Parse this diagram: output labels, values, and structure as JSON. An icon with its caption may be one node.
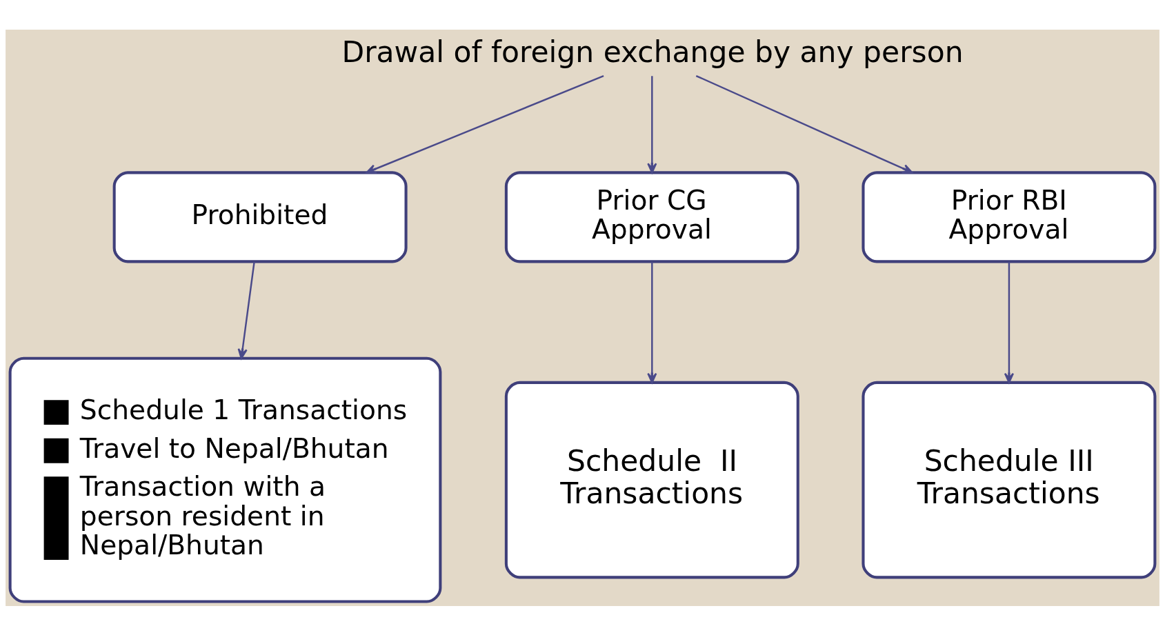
{
  "diagram": {
    "nodes": [
      {
        "text": [
          "Drawal of foreign exchange by any person"
        ]
      },
      {
        "text": [
          "Prohibited"
        ]
      },
      {
        "text": [
          "Prior CG Approval"
        ]
      },
      {
        "text": [
          "Prior RBI Approval"
        ]
      },
      {
        "text": [
          "Schedule 1 Transactions",
          "Travel to Nepal/Bhutan",
          "Transaction with a person resident in Nepal/Bhutan"
        ]
      },
      {
        "text": [
          "Schedule  II Transactions"
        ]
      },
      {
        "text": [
          "Schedule III Transactions"
        ]
      }
    ],
    "edges": [
      {
        "from": 0,
        "to": 1,
        "arrow": "to"
      },
      {
        "from": 0,
        "to": 2,
        "arrow": "to"
      },
      {
        "from": 0,
        "to": 3,
        "arrow": "to"
      },
      {
        "from": 1,
        "to": 4,
        "arrow": "to"
      },
      {
        "from": 2,
        "to": 5,
        "arrow": "to"
      },
      {
        "from": 3,
        "to": 6,
        "arrow": "to"
      }
    ]
  }
}
